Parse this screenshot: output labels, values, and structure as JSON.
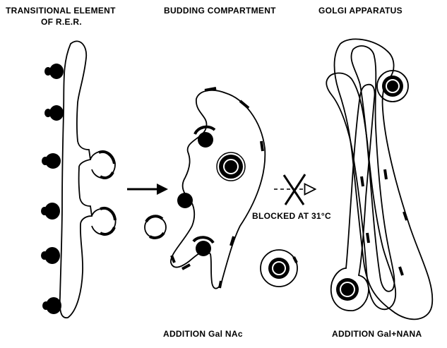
{
  "labels": {
    "rer_title_line1": "TRANSITIONAL ELEMENT",
    "rer_title_line2": "OF R.E.R.",
    "budding_title": "BUDDING COMPARTMENT",
    "golgi_title": "GOLGI APPARATUS",
    "blocked_label": "BLOCKED AT 31°C",
    "addition_galnac": "ADDITION Gal NAc",
    "addition_galnana": "ADDITION Gal+NANA"
  }
}
